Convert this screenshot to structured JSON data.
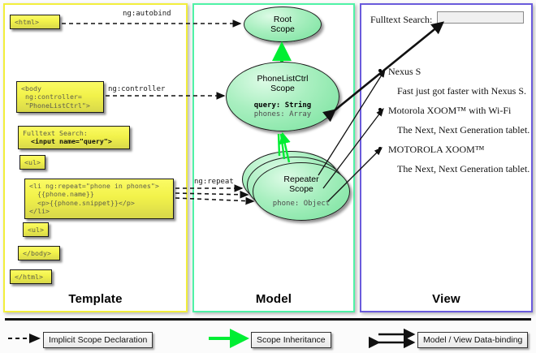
{
  "columns": [
    {
      "id": "template",
      "label": "Template",
      "border_color": "#f2ee3c"
    },
    {
      "id": "model",
      "label": "Model",
      "border_color": "#4ff2a6"
    },
    {
      "id": "view",
      "label": "View",
      "border_color": "#6a5bdc"
    }
  ],
  "template": {
    "boxes": [
      {
        "name": "html-open-tag",
        "text": "<html>"
      },
      {
        "name": "body-controller-tag",
        "text": "<body\n ng:controller=\n \"PhoneListCtrl\">"
      },
      {
        "name": "fulltext-search-input-snippet",
        "label": "Fulltext Search:",
        "code": "  <input name=\"query\">"
      },
      {
        "name": "ul-open-tag",
        "text": "<ul>"
      },
      {
        "name": "li-ngrepeat-snippet",
        "text": "<li ng:repeat=\"phone in phones\">\n  {{phone.name}}\n  <p>{{phone.snippet}}</p>\n</li>"
      },
      {
        "name": "ul-close-tag",
        "text": "<ul>"
      },
      {
        "name": "body-close-tag",
        "text": "</body>"
      },
      {
        "name": "html-close-tag",
        "text": "</html>"
      }
    ]
  },
  "model": {
    "root_scope": {
      "title_line1": "Root",
      "title_line2": "Scope"
    },
    "phonelistctrl_scope": {
      "title_line1": "PhoneListCtrl",
      "title_line2": "Scope",
      "prop_bold": "query: String",
      "prop_plain": "phones: Array"
    },
    "repeater_scope": {
      "title_line1": "Repeater",
      "title_line2": "Scope",
      "prop_plain": "phone: Object",
      "stack_count": 3
    }
  },
  "connectors": {
    "autobind": "ng:autobind",
    "controller": "ng:controller",
    "repeat": "ng:repeat"
  },
  "view": {
    "search_label": "Fulltext Search:",
    "search_value": "",
    "search_placeholder": "",
    "phones": [
      {
        "name": "Nexus S",
        "snippet": "Fast just got faster with Nexus S."
      },
      {
        "name": "Motorola XOOM™  with Wi-Fi",
        "snippet": "The Next, Next Generation tablet."
      },
      {
        "name": "MOTOROLA XOOM™",
        "snippet": "The Next, Next Generation tablet."
      }
    ]
  },
  "legend": [
    {
      "name": "implicit-scope-declaration",
      "label": "Implicit Scope Declaration",
      "style": "dashed-black-arrow"
    },
    {
      "name": "scope-inheritance",
      "label": "Scope Inheritance",
      "style": "solid-green-arrow"
    },
    {
      "name": "model-view-data-binding",
      "label": "Model / View Data-binding",
      "style": "double-black-arrow"
    }
  ],
  "colors": {
    "template_border": "#f2ee3c",
    "model_border": "#4ff2a6",
    "view_border": "#6a5bdc",
    "code_box_fill": "#f2f24a",
    "scope_fill": "#a9efc0",
    "inheritance_arrow": "#00ee33"
  }
}
